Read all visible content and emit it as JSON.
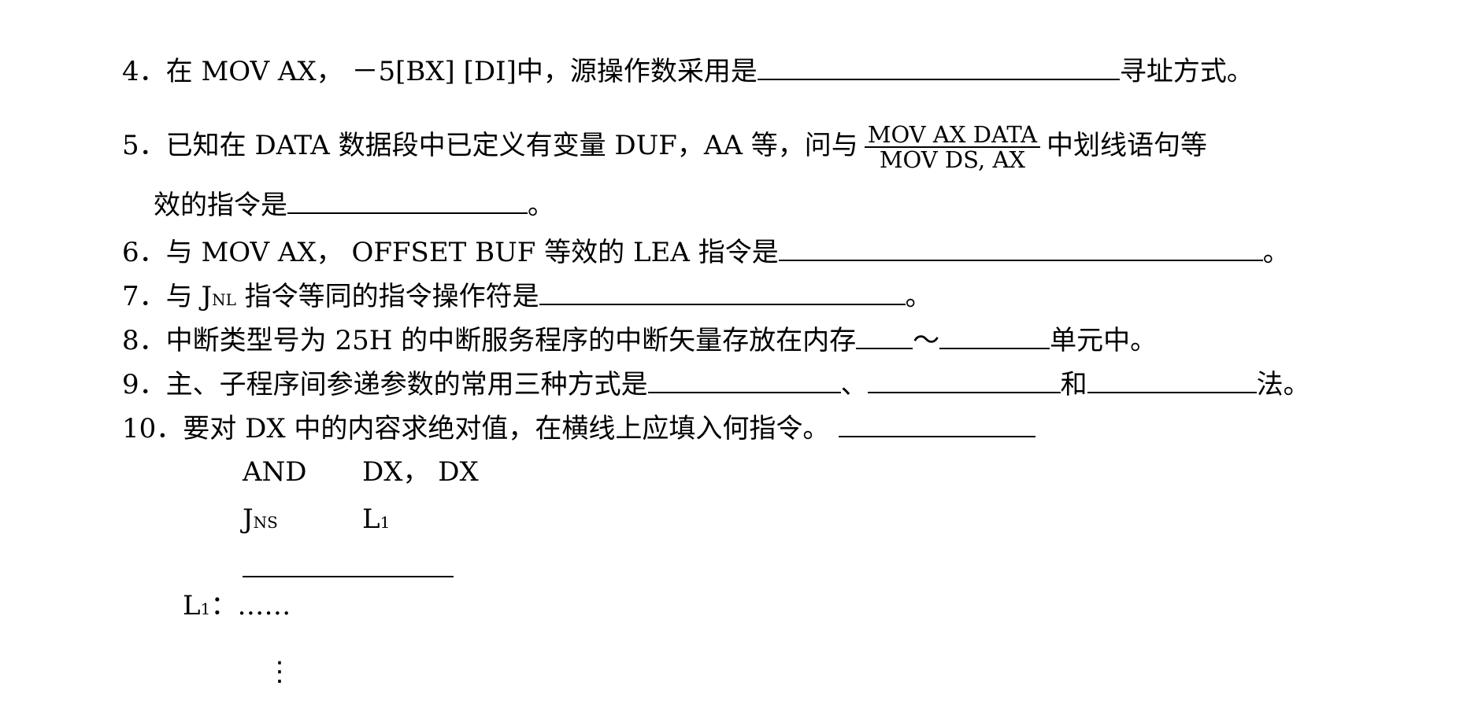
{
  "questions": {
    "q4": {
      "num": "4．",
      "text_a": "在 MOV AX， －5[BX] [DI]中，源操作数采用是",
      "text_b": "寻址方式。"
    },
    "q5": {
      "num": "5．",
      "text_a": "已知在 DATA 数据段中已定义有变量 DUF，AA 等，问与",
      "frac_num": "MOV   AX DATA",
      "frac_den": "MOV   DS, AX",
      "text_b": "中划线语句等",
      "cont": "效的指令是",
      "end": "。"
    },
    "q6": {
      "num": "6．",
      "text_a": "与 MOV AX， OFFSET BUF 等效的 LEA 指令是",
      "end": "。"
    },
    "q7": {
      "num": "7．",
      "text_a": "与 J",
      "text_sub": "NL",
      "text_b": " 指令等同的指令操作符是",
      "end": "。"
    },
    "q8": {
      "num": "8．",
      "text_a": "中断类型号为 25H 的中断服务程序的中断矢量存放在内存",
      "sep": "～",
      "text_b": "单元中。"
    },
    "q9": {
      "num": "9．",
      "text_a": "主、子程序间参递参数的常用三种方式是",
      "sep1": "、",
      "sep2": "和",
      "text_b": "法。"
    },
    "q10": {
      "num": "10．",
      "text_a": "要对 DX 中的内容求绝对值，在横线上应填入何指令。"
    }
  },
  "code": {
    "l1_op": "AND",
    "l1_arg": "DX， DX",
    "l2_op": "J",
    "l2_op_sub": "NS",
    "l2_arg": "L",
    "l2_arg_sub": "1",
    "l4_label": "L",
    "l4_label_sub": "1",
    "l4_colon": "：",
    "l4_dots": "……",
    "l5_vdots": "⋮"
  }
}
